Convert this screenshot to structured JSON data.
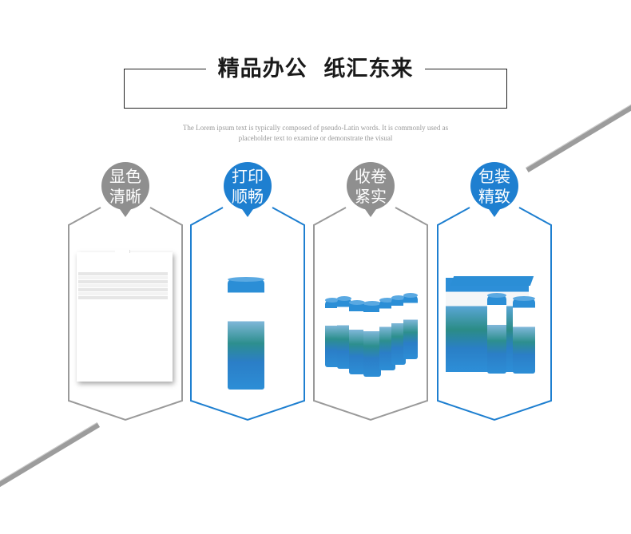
{
  "header": {
    "title": "精品办公  纸汇东来",
    "subtitle_line1": "The Lorem ipsum text is typically composed of pseudo-Latin words. It is commonly used as",
    "subtitle_line2": "placeholder text to examine or demonstrate the visual"
  },
  "colors": {
    "gray": "#8f8f8f",
    "blue": "#1e7fd0",
    "frame_gray": "#9a9a9a",
    "frame_blue": "#1e7fd0"
  },
  "cards": [
    {
      "line1": "显色",
      "line2": "清晰",
      "theme": "gray"
    },
    {
      "line1": "打印",
      "line2": "顺畅",
      "theme": "blue"
    },
    {
      "line1": "收卷",
      "line2": "紧实",
      "theme": "gray"
    },
    {
      "line1": "包装",
      "line2": "精致",
      "theme": "blue"
    }
  ]
}
